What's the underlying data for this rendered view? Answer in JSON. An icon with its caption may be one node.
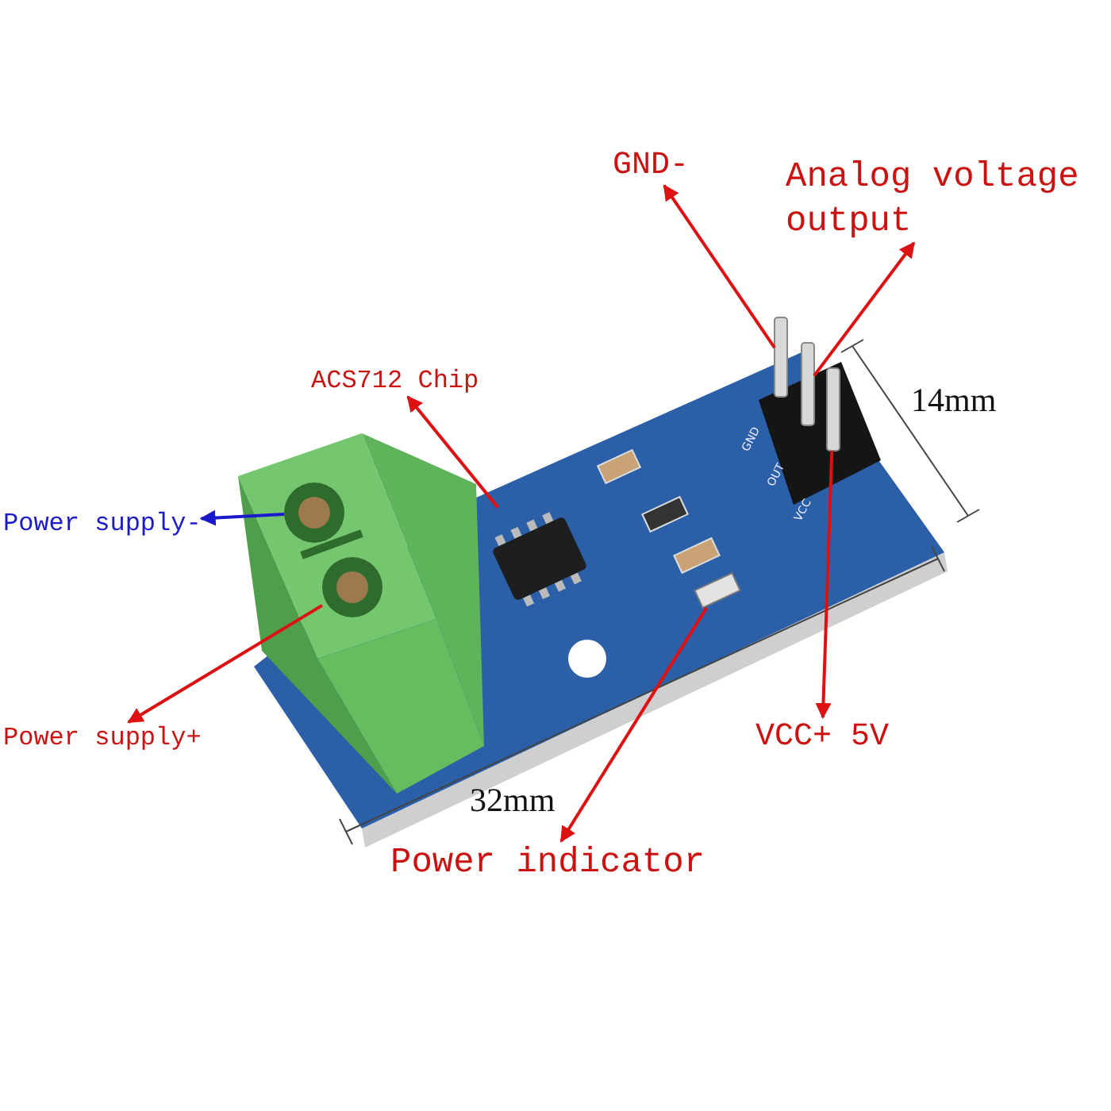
{
  "diagram": {
    "nodes": [
      {
        "text": [
          "GND-"
        ]
      },
      {
        "text": [
          "Analog voltage output"
        ]
      },
      {
        "text": [
          "ACS712 Chip"
        ]
      },
      {
        "text": [
          "Power supply-"
        ]
      },
      {
        "text": [
          "VCC+ 5V"
        ]
      },
      {
        "text": [
          "Power supply+"
        ]
      },
      {
        "text": [
          "Power indicator"
        ]
      },
      {
        "text": [],
        "shape": "bar"
      },
      {
        "text": [],
        "shape": "bar"
      },
      {
        "text": [],
        "shape": "bar"
      },
      {
        "text": [],
        "shape": "box"
      },
      {
        "text": [],
        "shape": "circle"
      },
      {
        "text": [],
        "shape": "circle"
      },
      {
        "text": [],
        "shape": "box"
      }
    ],
    "edges": [
      {
        "from": 7,
        "to": 0,
        "arrow": "to"
      },
      {
        "from": 8,
        "to": 1,
        "arrow": "to"
      },
      {
        "from": 10,
        "to": 2,
        "arrow": "to"
      },
      {
        "from": 11,
        "to": 3,
        "arrow": "to",
        "color": "#1a1acc"
      },
      {
        "from": 9,
        "to": 4,
        "arrow": "to"
      },
      {
        "from": 12,
        "to": 5,
        "arrow": "to"
      },
      {
        "from": 13,
        "to": 6,
        "arrow": "to"
      }
    ],
    "labels": [
      "GND",
      "OUT",
      "VCC",
      "14mm",
      "32mm"
    ]
  }
}
